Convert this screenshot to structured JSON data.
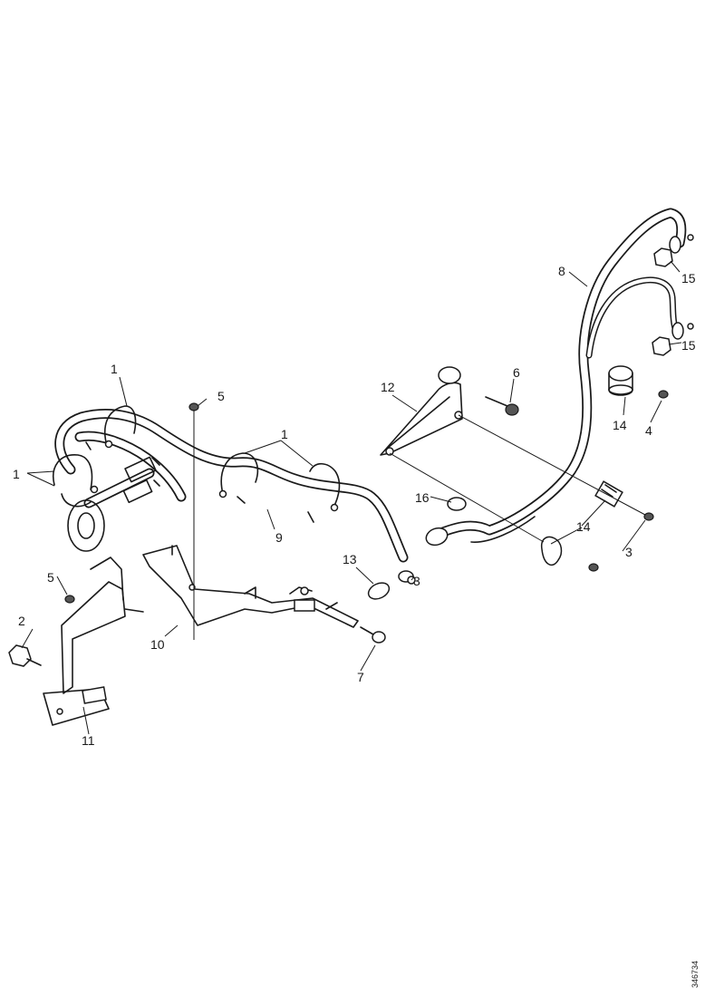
{
  "figure_ref": "346734",
  "callouts": {
    "c1a": "1",
    "c1b": "1",
    "c1c": "1",
    "c2": "2",
    "c3": "3",
    "c4": "4",
    "c5a": "5",
    "c5b": "5",
    "c6": "6",
    "c7": "7",
    "c8": "8",
    "c9": "9",
    "c10": "10",
    "c11": "11",
    "c12": "12",
    "c13": "13",
    "c14a": "14",
    "c14b": "14",
    "c15a": "15",
    "c15b": "15",
    "c16": "16"
  }
}
